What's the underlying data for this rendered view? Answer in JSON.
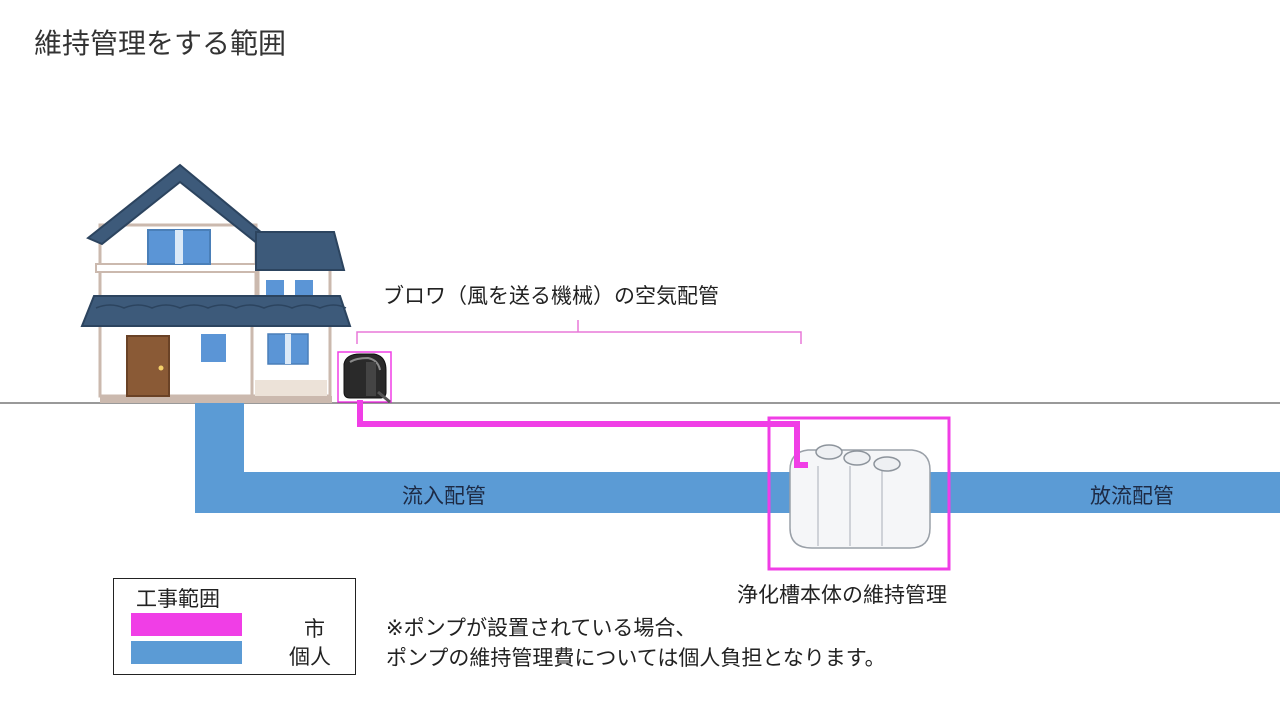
{
  "title": "維持管理をする範囲",
  "labels": {
    "blower_pipe": "ブロワ（風を送る機械）の空気配管",
    "inflow_pipe": "流入配管",
    "outflow_pipe": "放流配管",
    "tank_maintenance": "浄化槽本体の維持管理"
  },
  "legend": {
    "title": "工事範囲",
    "items": [
      {
        "label": "市",
        "color": "#f03ee6"
      },
      {
        "label": "個人",
        "color": "#5b9bd5"
      }
    ]
  },
  "note": {
    "line1": "※ポンプが設置されている場合、",
    "line2": "ポンプの維持管理費については個人負担となります。"
  },
  "colors": {
    "city": "#f03ee6",
    "individual": "#5b9bd5",
    "roof": "#3d5a7a",
    "window": "#5b95d6"
  }
}
